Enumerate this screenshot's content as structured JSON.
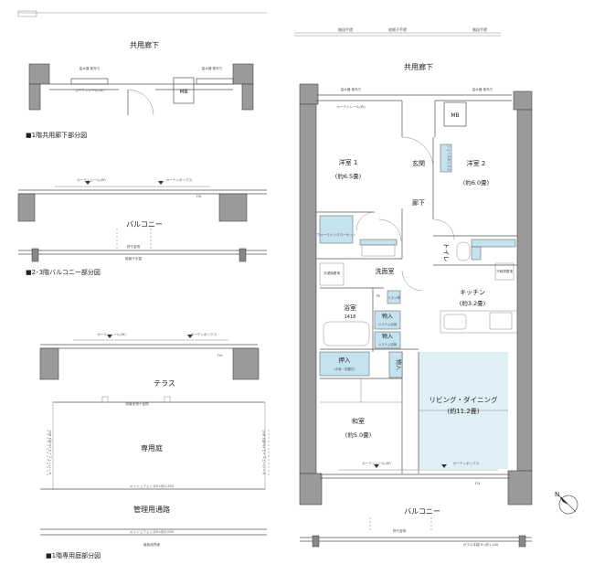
{
  "top_legend": {
    "line1": "階段手摺",
    "line2": "縦格子手摺",
    "line3": "階段手摺"
  },
  "corridor_top_label": "共用廊下",
  "corridor_main_label": "共用廊下",
  "section_labels": {
    "corridor_1f": "■1階共用廊下部分図",
    "balcony_23f": "■2･3階バルコニー部分図",
    "garden_1f": "■1階専用庭部分図"
  },
  "small_labels": {
    "meter_box": "量水器\n散布ち",
    "curtain_rail": "カーテンレール(W)",
    "curtain_box": "カーテンボックス",
    "mb": "MB",
    "fix": "FIX",
    "hanger": "物干金物",
    "handrail": "縦格子手摺",
    "hanger_floor": "床置型物干金物",
    "mesh_fence_1": "メッシュフェンスH=約1,200",
    "mesh_fence_2": "メッシュフェンスH=約2,000",
    "planting_note": "植栽境界線",
    "louver": "ルーバーフェンス\nH=約1,800",
    "glass_rail": "ガラス手摺 H=約1,100",
    "walk_in": "ウォークインクローゼット",
    "shoebox": "シューズボックス",
    "washer": "洗濯機置場",
    "fridge": "冷蔵庫置場",
    "storage_shelf": "トイレ収納",
    "system_storage": "システム収納",
    "ps": "PS",
    "linen": "リネン庫",
    "pantry": "吊戸棚",
    "storage_mid": "(中段・枕棚付)"
  },
  "rooms": {
    "bedroom1": {
      "name": "洋室 1",
      "size": "(約6.5畳)"
    },
    "bedroom2": {
      "name": "洋室 2",
      "size": "(約6.0畳)"
    },
    "entrance": {
      "name": "玄関"
    },
    "hall": {
      "name": "廊下"
    },
    "toilet": {
      "name": "トイレ"
    },
    "washroom": {
      "name": "洗面室"
    },
    "bath": {
      "name": "浴室",
      "size": "1418"
    },
    "kitchen": {
      "name": "キッチン",
      "size": "(約3.2畳)"
    },
    "storage1": {
      "name": "物入"
    },
    "storage2": {
      "name": "物入"
    },
    "closet": {
      "name": "押入"
    },
    "storage3": {
      "name": "物入"
    },
    "living": {
      "name": "リビング・ダイニング",
      "size": "(約11.2畳)"
    },
    "japanese": {
      "name": "和室",
      "size": "(約5.0畳)"
    }
  },
  "balcony_label": "バルコニー",
  "terrace_label": "テラス",
  "garden_label": "専用庭",
  "path_label": "管理用通路",
  "compass": {
    "letter": "N"
  },
  "colors": {
    "accent_blue": "#c5e2ef",
    "light_blue": "#dff0f7",
    "wall": "#9a9a9a"
  }
}
